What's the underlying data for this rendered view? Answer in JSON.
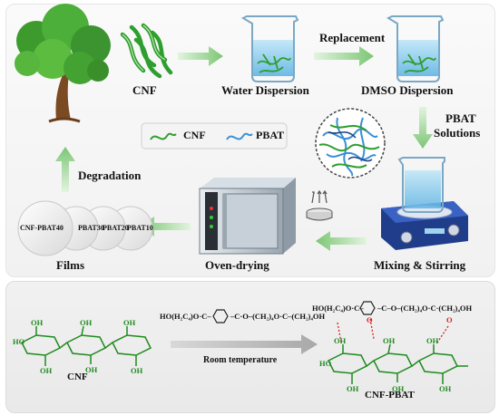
{
  "labels": {
    "cnf": "CNF",
    "water_dispersion": "Water Dispersion",
    "replacement": "Replacement",
    "dmso_dispersion": "DMSO Dispersion",
    "pbat_solutions_1": "PBAT",
    "pbat_solutions_2": "Solutions",
    "mixing_stirring": "Mixing & Stirring",
    "oven_drying": "Oven-drying",
    "films": "Films",
    "degradation": "Degradation"
  },
  "legend": {
    "cnf": "CNF",
    "pbat": "PBAT"
  },
  "films": [
    "CNF-PBAT40",
    "PBAT30",
    "PBAT20",
    "PBAT10"
  ],
  "reaction": {
    "pbat_formula_left": "HO(H₂C₄)O·C–",
    "pbat_formula_right": "–C·O–(CH₂)₄O·C–(CH₂)₄OH",
    "condition": "Room temperature",
    "cnf_label": "CNF",
    "product_label": "CNF-PBAT",
    "product_formula_left": "HO(H₂C₄)O·C–",
    "product_formula_right": "–C–O–(CH₂)₄O·C·(CH₂)₄OH",
    "oh": "OH",
    "ho": "HO",
    "o": "O"
  },
  "colors": {
    "cnf_green": "#2e9e2e",
    "pbat_blue": "#3a8fd6",
    "arrow_green": "#8fd08a",
    "hbond_red": "#d42020"
  }
}
